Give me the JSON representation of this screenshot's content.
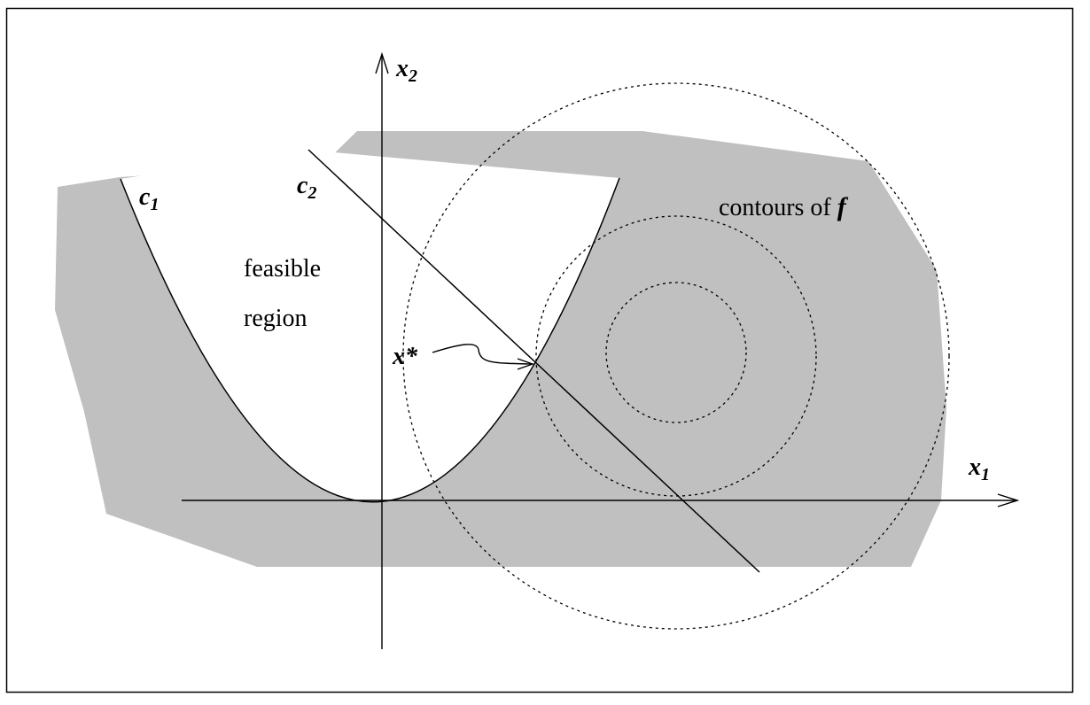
{
  "colors": {
    "background": "#ffffff",
    "infeasible_shading": "#c0c0c0",
    "ink": "#000000"
  },
  "axes": {
    "x_label": "x",
    "x_label_subscript": "1",
    "y_label": "x",
    "y_label_subscript": "2"
  },
  "constraints": {
    "c1_label": "c",
    "c1_subscript": "1",
    "c2_label": "c",
    "c2_subscript": "2"
  },
  "feasible_region": {
    "line1": "feasible",
    "line2": "region"
  },
  "optimum": {
    "label": "x*"
  },
  "contours": {
    "label_prefix": "contours of ",
    "label_symbol": "f",
    "count": 3,
    "style": "dotted"
  }
}
